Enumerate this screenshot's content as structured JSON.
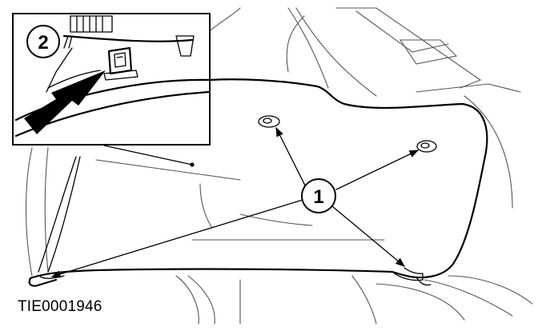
{
  "figure": {
    "reference_code": "TIE0001946",
    "callouts": [
      {
        "id": "1",
        "label": "1"
      },
      {
        "id": "2",
        "label": "2"
      }
    ]
  }
}
